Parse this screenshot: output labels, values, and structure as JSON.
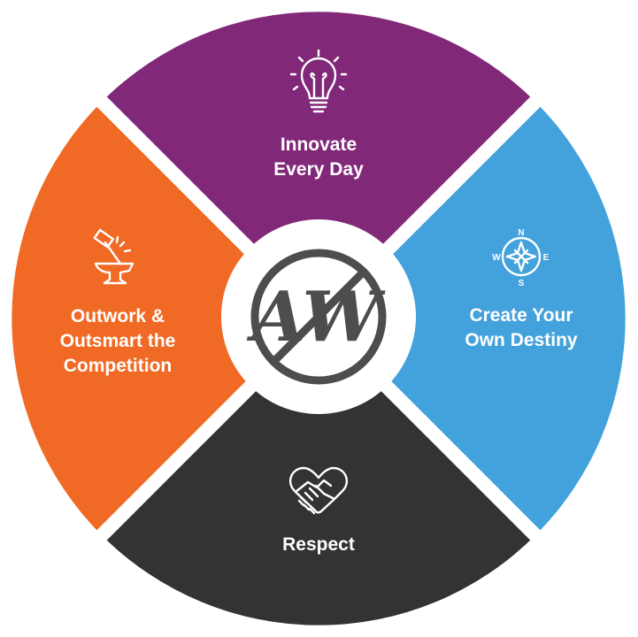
{
  "colors": {
    "top": "#822879",
    "right": "#43a2dc",
    "bottom": "#333333",
    "left": "#f06a25",
    "center": "#ffffff",
    "logo": "#4d4d4f",
    "gap": "#ffffff"
  },
  "segments": {
    "top": {
      "lines": [
        "Innovate",
        "Every Day"
      ],
      "icon": "lightbulb-icon"
    },
    "right": {
      "lines": [
        "Create Your",
        "Own Destiny"
      ],
      "icon": "compass-icon"
    },
    "bottom": {
      "lines": [
        "Respect"
      ],
      "icon": "handshake-heart-icon"
    },
    "left": {
      "lines": [
        "Outwork &",
        "Outsmart the",
        "Competition"
      ],
      "icon": "hammer-anvil-icon"
    }
  },
  "compass": {
    "n": "N",
    "e": "E",
    "s": "S",
    "w": "W"
  },
  "logo": {
    "text": "AW"
  }
}
